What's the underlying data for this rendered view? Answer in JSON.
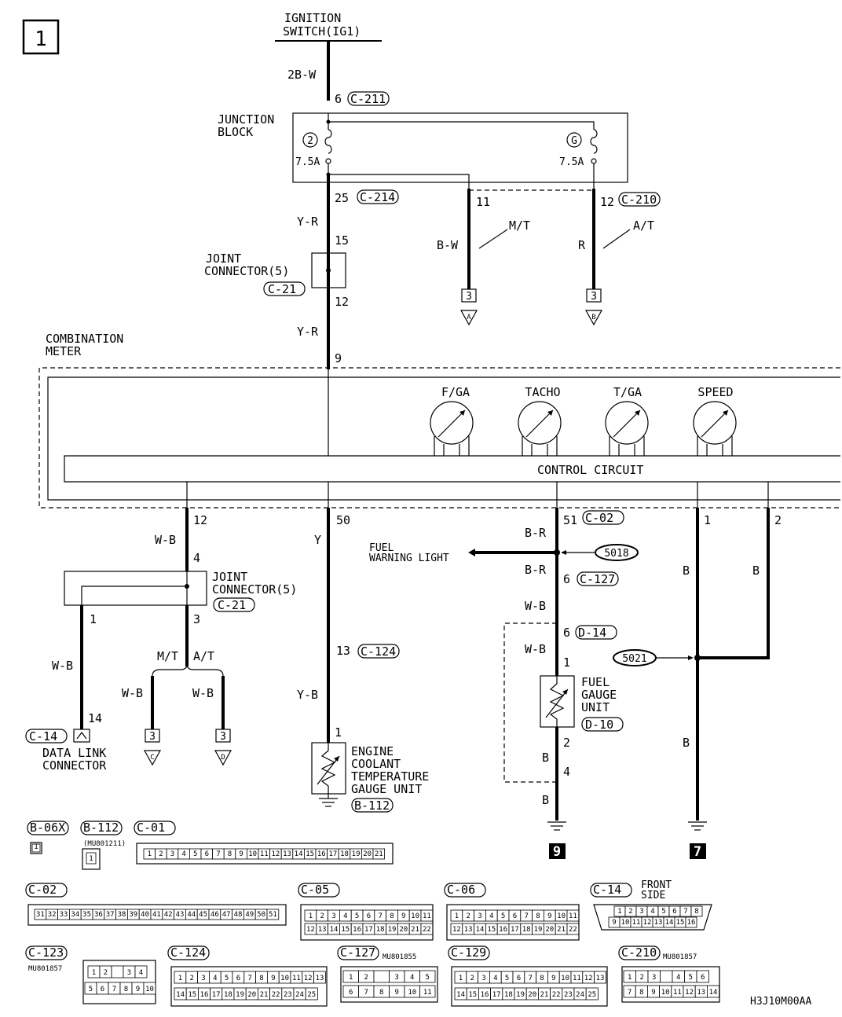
{
  "diagram": {
    "page_number": "1",
    "ignition_switch": [
      "IGNITION",
      "SWITCH(IG1)"
    ],
    "junction_block": [
      "JUNCTION",
      "BLOCK"
    ],
    "fuse_left_num": "2",
    "fuse_right_num": "G",
    "fuse_left_rating": "7.5A",
    "fuse_right_rating": "7.5A",
    "wire_top": "2B-W",
    "pin_6": "6",
    "conn_c211": "C-211",
    "pin_25": "25",
    "conn_c214": "C-214",
    "pin_11": "11",
    "pin_12_top": "12",
    "conn_c210": "C-210",
    "wire_yr_1": "Y-R",
    "wire_yr_2": "Y-R",
    "wire_bw": "B-W",
    "wire_r": "R",
    "mt_label": "M/T",
    "at_label": "A/T",
    "pin_15": "15",
    "pin_12_b": "12",
    "joint_connector_top": [
      "JOINT",
      "CONNECTOR(5)"
    ],
    "conn_c21_top": "C-21",
    "ref_3_a": "3",
    "ref_a": "A",
    "ref_3_b": "3",
    "ref_b": "B",
    "combination_meter": [
      "COMBINATION",
      "METER"
    ],
    "pin_9": "9",
    "gauge_fga": "F/GA",
    "gauge_tacho": "TACHO",
    "gauge_tga": "T/GA",
    "gauge_speed": "SPEED",
    "control_circuit": "CONTROL CIRCUIT",
    "pin_12_c": "12",
    "wire_wb_1": "W-B",
    "pin_4_jc": "4",
    "joint_connector_bottom": [
      "JOINT",
      "CONNECTOR(5)"
    ],
    "conn_c21_bottom": "C-21",
    "pin_1_jc": "1",
    "pin_3_jc": "3",
    "wire_wb_2": "W-B",
    "mt_label_2": "M/T",
    "at_label_2": "A/T",
    "wire_wb_3": "W-B",
    "wire_wb_4": "W-B",
    "pin_14": "14",
    "conn_c14": "C-14",
    "data_link": [
      "DATA LINK",
      "CONNECTOR"
    ],
    "ref_3_c": "3",
    "ref_c": "C",
    "ref_3_d": "3",
    "ref_d": "D",
    "pin_50": "50",
    "wire_y": "Y",
    "pin_13": "13",
    "conn_c124": "C-124",
    "wire_yb": "Y-B",
    "pin_1_ect": "1",
    "ect_gauge": [
      "ENGINE",
      "COOLANT",
      "TEMPERATURE",
      "GAUGE UNIT"
    ],
    "conn_b112": "B-112",
    "pin_51": "51",
    "conn_c02": "C-02",
    "wire_br_1": "B-R",
    "fuel_warning": [
      "FUEL",
      "WARNING LIGHT"
    ],
    "splice_5018": "5018",
    "wire_br_2": "B-R",
    "pin_6_c127": "6",
    "conn_c127": "C-127",
    "wire_wb_5": "W-B",
    "pin_6_d14": "6",
    "conn_d14": "D-14",
    "wire_wb_6": "W-B",
    "pin_1_fgu": "1",
    "fuel_gauge": [
      "FUEL",
      "GAUGE",
      "UNIT"
    ],
    "conn_d10": "D-10",
    "pin_2_fgu": "2",
    "wire_b_1": "B",
    "pin_4_fgu": "4",
    "wire_b_2": "B",
    "ground_9": "9",
    "pin_1_r": "1",
    "pin_2_r": "2",
    "wire_b_3": "B",
    "wire_b_4": "B",
    "splice_5021": "5021",
    "wire_b_5": "B",
    "ground_7": "7",
    "drawing_code": "H3J10M00AA"
  },
  "connectors": {
    "b06x": {
      "label": "B-06X",
      "pins": [
        "1"
      ]
    },
    "b112": {
      "label": "B-112",
      "part": "(MU801211)",
      "pins": [
        "1"
      ]
    },
    "c01": {
      "label": "C-01",
      "pins": [
        "1",
        "2",
        "3",
        "4",
        "5",
        "6",
        "7",
        "8",
        "9",
        "10",
        "11",
        "12",
        "13",
        "14",
        "15",
        "16",
        "17",
        "18",
        "19",
        "20",
        "21"
      ]
    },
    "c02": {
      "label": "C-02",
      "pins": [
        "31",
        "32",
        "33",
        "34",
        "35",
        "36",
        "37",
        "38",
        "39",
        "40",
        "41",
        "42",
        "43",
        "44",
        "45",
        "46",
        "47",
        "48",
        "49",
        "50",
        "51"
      ]
    },
    "c05": {
      "label": "C-05",
      "row1": [
        "1",
        "2",
        "3",
        "4",
        "5",
        "6",
        "7",
        "8",
        "9",
        "10",
        "11"
      ],
      "row2": [
        "12",
        "13",
        "14",
        "15",
        "16",
        "17",
        "18",
        "19",
        "20",
        "21",
        "22"
      ]
    },
    "c06": {
      "label": "C-06",
      "row1": [
        "1",
        "2",
        "3",
        "4",
        "5",
        "6",
        "7",
        "8",
        "9",
        "10",
        "11"
      ],
      "row2": [
        "12",
        "13",
        "14",
        "15",
        "16",
        "17",
        "18",
        "19",
        "20",
        "21",
        "22"
      ]
    },
    "c14": {
      "label": "C-14",
      "side": [
        "FRONT",
        "SIDE"
      ],
      "row1": [
        "1",
        "2",
        "3",
        "4",
        "5",
        "6",
        "7",
        "8"
      ],
      "row2": [
        "9",
        "10",
        "11",
        "12",
        "13",
        "14",
        "15",
        "16"
      ]
    },
    "c123": {
      "label": "C-123",
      "part": "MU801857",
      "row1": [
        "1",
        "2",
        "",
        "3",
        "4"
      ],
      "row2": [
        "5",
        "6",
        "7",
        "8",
        "9",
        "10"
      ]
    },
    "c124": {
      "label": "C-124",
      "row1": [
        "1",
        "2",
        "3",
        "4",
        "5",
        "6",
        "7",
        "8",
        "9",
        "10",
        "11",
        "12",
        "13"
      ],
      "row2": [
        "14",
        "15",
        "16",
        "17",
        "18",
        "19",
        "20",
        "21",
        "22",
        "23",
        "24",
        "25"
      ]
    },
    "c127": {
      "label": "C-127",
      "part": "MU801855",
      "row1": [
        "1",
        "2",
        "",
        "3",
        "4",
        "5"
      ],
      "row2": [
        "6",
        "7",
        "8",
        "9",
        "10",
        "11"
      ]
    },
    "c129": {
      "label": "C-129",
      "row1": [
        "1",
        "2",
        "3",
        "4",
        "5",
        "6",
        "7",
        "8",
        "9",
        "10",
        "11",
        "12",
        "13"
      ],
      "row2": [
        "14",
        "15",
        "16",
        "17",
        "18",
        "19",
        "20",
        "21",
        "22",
        "23",
        "24",
        "25"
      ]
    },
    "c210": {
      "label": "C-210",
      "part": "MU801857",
      "row1": [
        "1",
        "2",
        "3",
        "",
        "4",
        "5",
        "6"
      ],
      "row2": [
        "7",
        "8",
        "9",
        "10",
        "11",
        "12",
        "13",
        "14"
      ]
    }
  }
}
